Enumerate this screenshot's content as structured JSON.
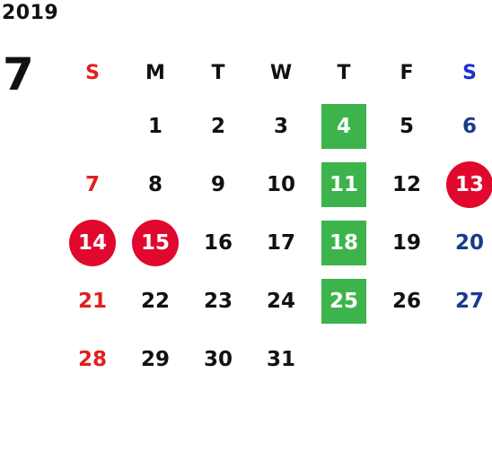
{
  "calendar": {
    "year": "2019",
    "month": "7",
    "weekdays": [
      "S",
      "M",
      "T",
      "W",
      "T",
      "F",
      "S"
    ],
    "weeks": [
      [
        "",
        "1",
        "2",
        "3",
        "4",
        "5",
        "6"
      ],
      [
        "7",
        "8",
        "9",
        "10",
        "11",
        "12",
        "13"
      ],
      [
        "14",
        "15",
        "16",
        "17",
        "18",
        "19",
        "20"
      ],
      [
        "21",
        "22",
        "23",
        "24",
        "25",
        "26",
        "27"
      ],
      [
        "28",
        "29",
        "30",
        "31",
        "",
        "",
        ""
      ]
    ],
    "highlight_green_days": [
      "4",
      "11",
      "18",
      "25"
    ],
    "highlight_red_days": [
      "13",
      "14",
      "15"
    ]
  },
  "colors": {
    "sunday": "#e02020",
    "saturday": "#1a3b8c",
    "saturday_header": "#1a33cc",
    "green_marker": "#3cb44b",
    "red_marker": "#e1082e",
    "text": "#111111"
  }
}
